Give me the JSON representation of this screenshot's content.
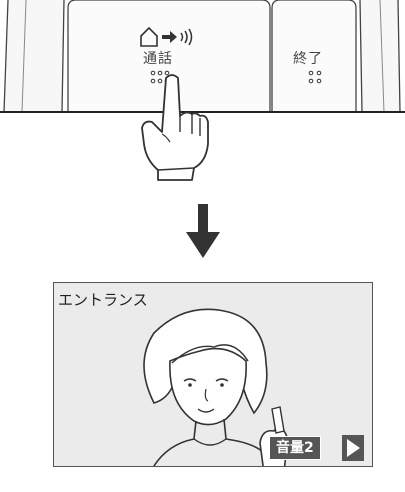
{
  "panel": {
    "talk_label": "通話",
    "end_label": "終了"
  },
  "icons": {
    "house_speak": "house-arrow-speaker-icon",
    "hand": "pointing-hand-icon",
    "down_arrow": "down-arrow-icon",
    "volume_right": "triangle-right-icon"
  },
  "monitor": {
    "title": "エントランス",
    "volume_label": "音量2"
  },
  "colors": {
    "line": "#444444",
    "panel_fill": "#f4f4f4",
    "screen_bg": "#ebebeb",
    "badge": "#555555",
    "arrow": "#333333"
  }
}
